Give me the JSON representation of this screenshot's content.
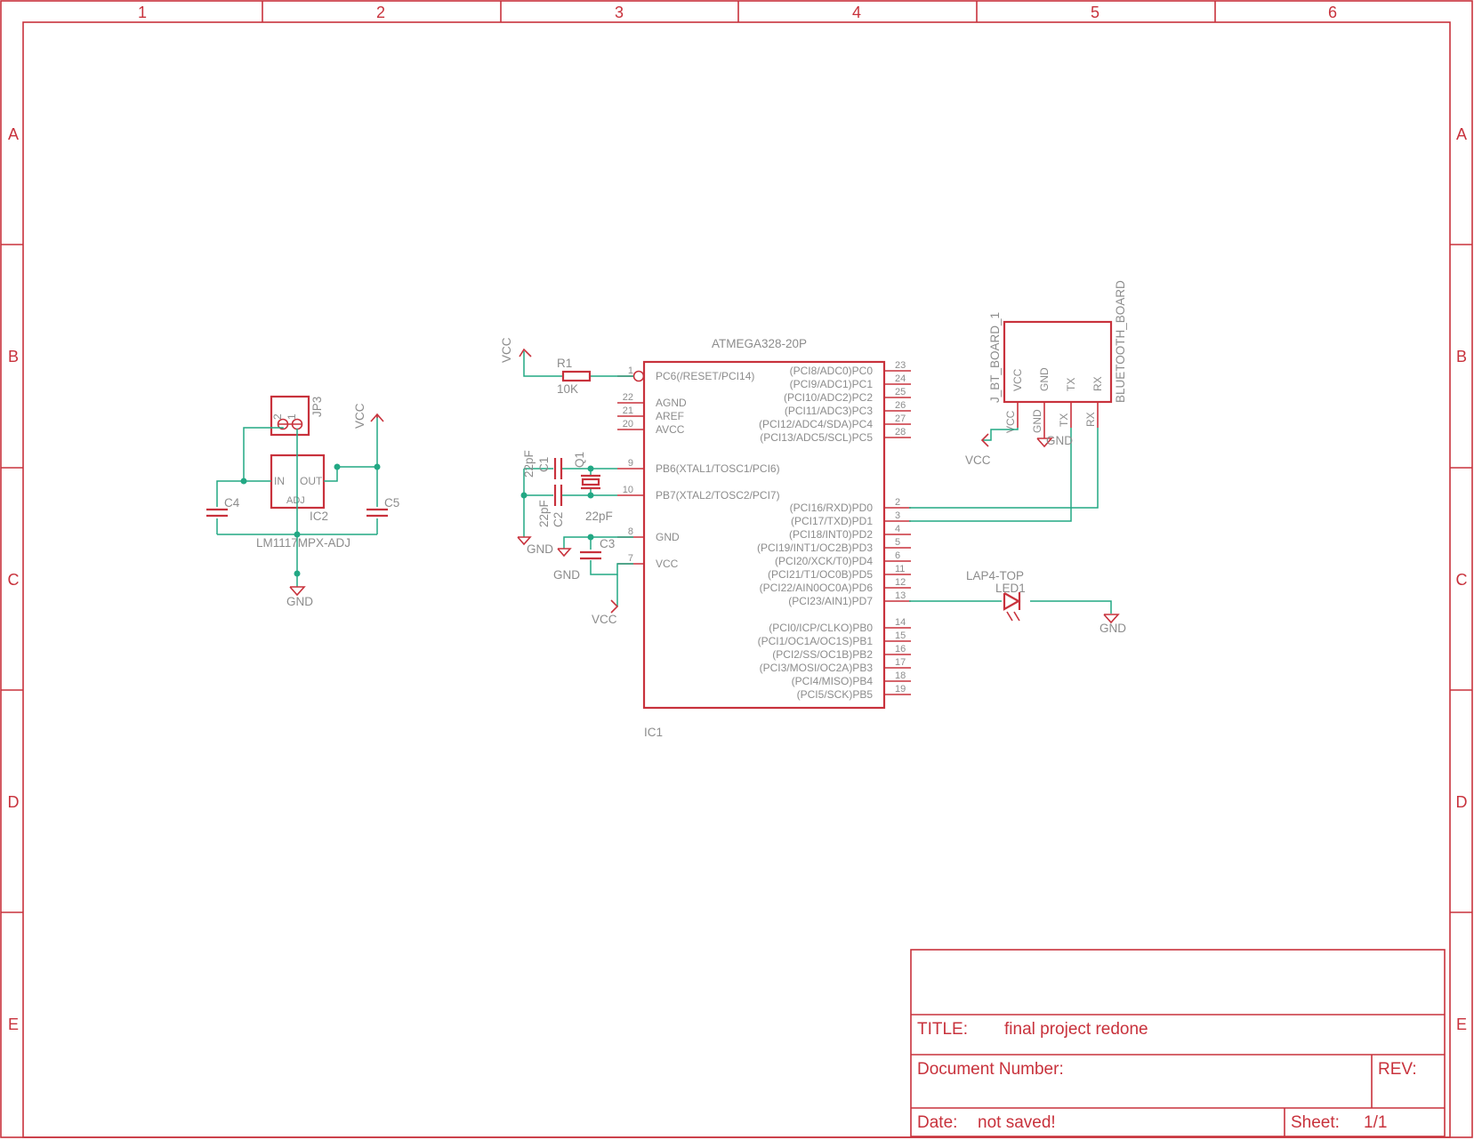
{
  "frame": {
    "columns": [
      "1",
      "2",
      "3",
      "4",
      "5",
      "6"
    ],
    "rows": [
      "A",
      "B",
      "C",
      "D",
      "E"
    ]
  },
  "title_block": {
    "title_label": "TITLE:",
    "title_value": "final project redone",
    "doc_label": "Document Number:",
    "rev_label": "REV:",
    "date_label": "Date:",
    "date_value": "not saved!",
    "sheet_label": "Sheet:",
    "sheet_value": "1/1"
  },
  "parts": {
    "jp3": {
      "name": "JP3",
      "pin1": "1",
      "pin2": "2"
    },
    "ic2": {
      "name": "IC2",
      "value": "LM1117MPX-ADJ",
      "pin_in": "IN",
      "pin_out": "OUT",
      "pin_adj": "ADJ"
    },
    "c4": {
      "name": "C4"
    },
    "c5": {
      "name": "C5"
    },
    "r1": {
      "name": "R1",
      "value": "10K"
    },
    "c1": {
      "name": "C1",
      "value": "22pF"
    },
    "c2": {
      "name": "C2",
      "value": "22pF"
    },
    "q1": {
      "name": "Q1",
      "value": "22pF"
    },
    "c3": {
      "name": "C3"
    },
    "ic1": {
      "name": "IC1",
      "value": "ATMEGA328-20P",
      "left_pins": [
        {
          "num": "1",
          "label": "PC6(/RESET/PCI14)"
        },
        {
          "num": "22",
          "label": "AGND"
        },
        {
          "num": "21",
          "label": "AREF"
        },
        {
          "num": "20",
          "label": "AVCC"
        },
        {
          "num": "9",
          "label": "PB6(XTAL1/TOSC1/PCI6)"
        },
        {
          "num": "10",
          "label": "PB7(XTAL2/TOSC2/PCI7)"
        },
        {
          "num": "8",
          "label": "GND"
        },
        {
          "num": "7",
          "label": "VCC"
        }
      ],
      "right_pins": [
        {
          "num": "23",
          "label": "(PCI8/ADC0)PC0"
        },
        {
          "num": "24",
          "label": "(PCI9/ADC1)PC1"
        },
        {
          "num": "25",
          "label": "(PCI10/ADC2)PC2"
        },
        {
          "num": "26",
          "label": "(PCI11/ADC3)PC3"
        },
        {
          "num": "27",
          "label": "(PCI12/ADC4/SDA)PC4"
        },
        {
          "num": "28",
          "label": "(PCI13/ADC5/SCL)PC5"
        },
        {
          "num": "2",
          "label": "(PCI16/RXD)PD0"
        },
        {
          "num": "3",
          "label": "(PCI17/TXD)PD1"
        },
        {
          "num": "4",
          "label": "(PCI18/INT0)PD2"
        },
        {
          "num": "5",
          "label": "(PCI19/INT1/OC2B)PD3"
        },
        {
          "num": "6",
          "label": "(PCI20/XCK/T0)PD4"
        },
        {
          "num": "11",
          "label": "(PCI21/T1/OC0B)PD5"
        },
        {
          "num": "12",
          "label": "(PCI22/AIN0OC0A)PD6"
        },
        {
          "num": "13",
          "label": "(PCI23/AIN1)PD7"
        },
        {
          "num": "14",
          "label": "(PCI0/ICP/CLKO)PB0"
        },
        {
          "num": "15",
          "label": "(PCI1/OC1A/OC1S)PB1"
        },
        {
          "num": "16",
          "label": "(PCI2/SS/OC1B)PB2"
        },
        {
          "num": "17",
          "label": "(PCI3/MOSI/OC2A)PB3"
        },
        {
          "num": "18",
          "label": "(PCI4/MISO)PB4"
        },
        {
          "num": "19",
          "label": "(PCI5/SCK)PB5"
        }
      ]
    },
    "bt": {
      "name": "J_BT_BOARD_1",
      "value": "BLUETOOTH_BOARD",
      "pins": [
        "VCC",
        "GND",
        "TX",
        "RX"
      ]
    },
    "led1": {
      "name": "LED1",
      "value": "LAP4-TOP"
    }
  },
  "supplies": {
    "vcc": "VCC",
    "gnd": "GND"
  }
}
